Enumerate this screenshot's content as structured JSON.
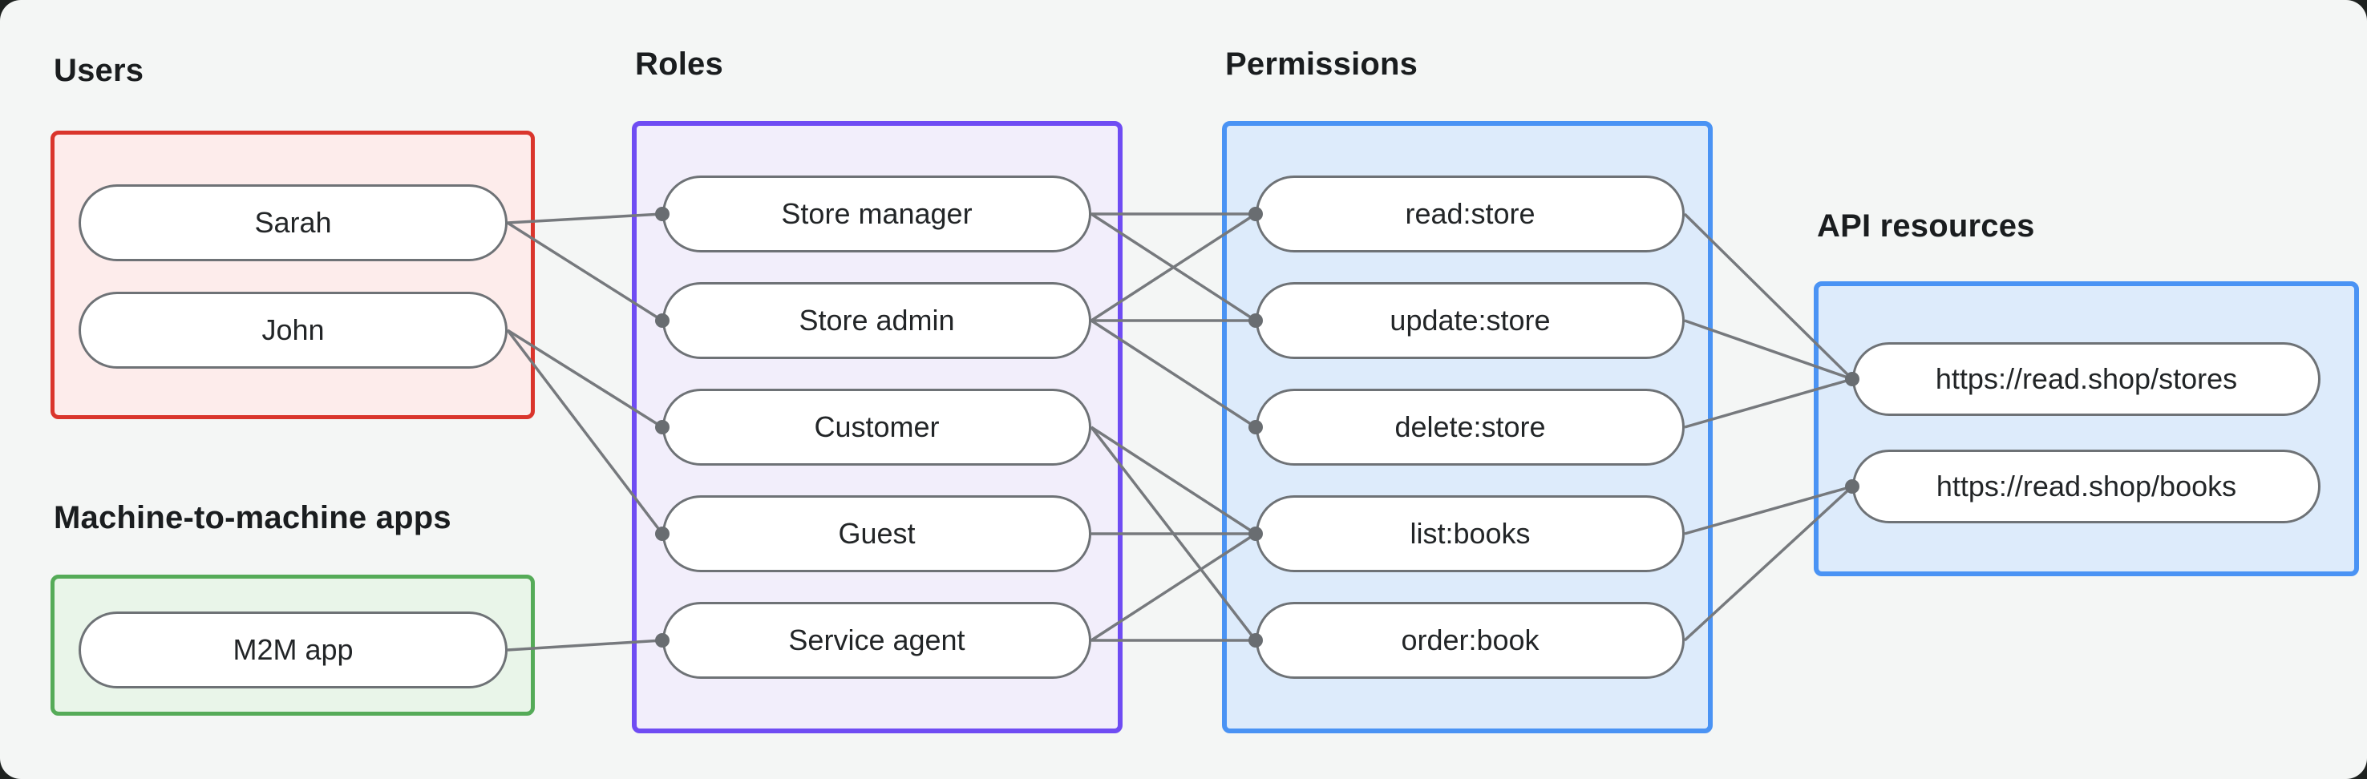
{
  "sections": {
    "users": {
      "label": "Users"
    },
    "m2m": {
      "label": "Machine-to-machine apps"
    },
    "roles": {
      "label": "Roles"
    },
    "permissions": {
      "label": "Permissions"
    },
    "api": {
      "label": "API resources"
    }
  },
  "nodes": {
    "sarah": {
      "label": "Sarah"
    },
    "john": {
      "label": "John"
    },
    "m2m_app": {
      "label": "M2M app"
    },
    "store_manager": {
      "label": "Store manager"
    },
    "store_admin": {
      "label": "Store admin"
    },
    "customer": {
      "label": "Customer"
    },
    "guest": {
      "label": "Guest"
    },
    "service_agent": {
      "label": "Service agent"
    },
    "read_store": {
      "label": "read:store"
    },
    "update_store": {
      "label": "update:store"
    },
    "delete_store": {
      "label": "delete:store"
    },
    "list_books": {
      "label": "list:books"
    },
    "order_book": {
      "label": "order:book"
    },
    "stores_api": {
      "label": "https://read.shop/stores"
    },
    "books_api": {
      "label": "https://read.shop/books"
    }
  },
  "edges": [
    [
      "sarah",
      "store_manager"
    ],
    [
      "sarah",
      "store_admin"
    ],
    [
      "john",
      "customer"
    ],
    [
      "john",
      "guest"
    ],
    [
      "m2m_app",
      "service_agent"
    ],
    [
      "store_manager",
      "read_store"
    ],
    [
      "store_manager",
      "update_store"
    ],
    [
      "store_admin",
      "read_store"
    ],
    [
      "store_admin",
      "update_store"
    ],
    [
      "store_admin",
      "delete_store"
    ],
    [
      "customer",
      "list_books"
    ],
    [
      "customer",
      "order_book"
    ],
    [
      "guest",
      "list_books"
    ],
    [
      "service_agent",
      "list_books"
    ],
    [
      "service_agent",
      "order_book"
    ],
    [
      "read_store",
      "stores_api"
    ],
    [
      "update_store",
      "stores_api"
    ],
    [
      "delete_store",
      "stores_api"
    ],
    [
      "list_books",
      "books_api"
    ],
    [
      "order_book",
      "books_api"
    ]
  ],
  "colors": {
    "page-bg": "#1e2220",
    "canvas-bg": "#f4f6f5",
    "users-border": "#da352c",
    "users-fill": "#fdeceb",
    "m2m-border": "#55ab58",
    "m2m-fill": "#e9f5e9",
    "roles-border": "#6f4cf3",
    "roles-fill": "#f2eefb",
    "permissions-border": "#4a93f4",
    "permissions-fill": "#ddebfb",
    "api-border": "#4a93f4",
    "api-fill": "#ddebfb",
    "pill-border": "#6e7276",
    "edge": "#76797d",
    "dot": "#696d71"
  }
}
